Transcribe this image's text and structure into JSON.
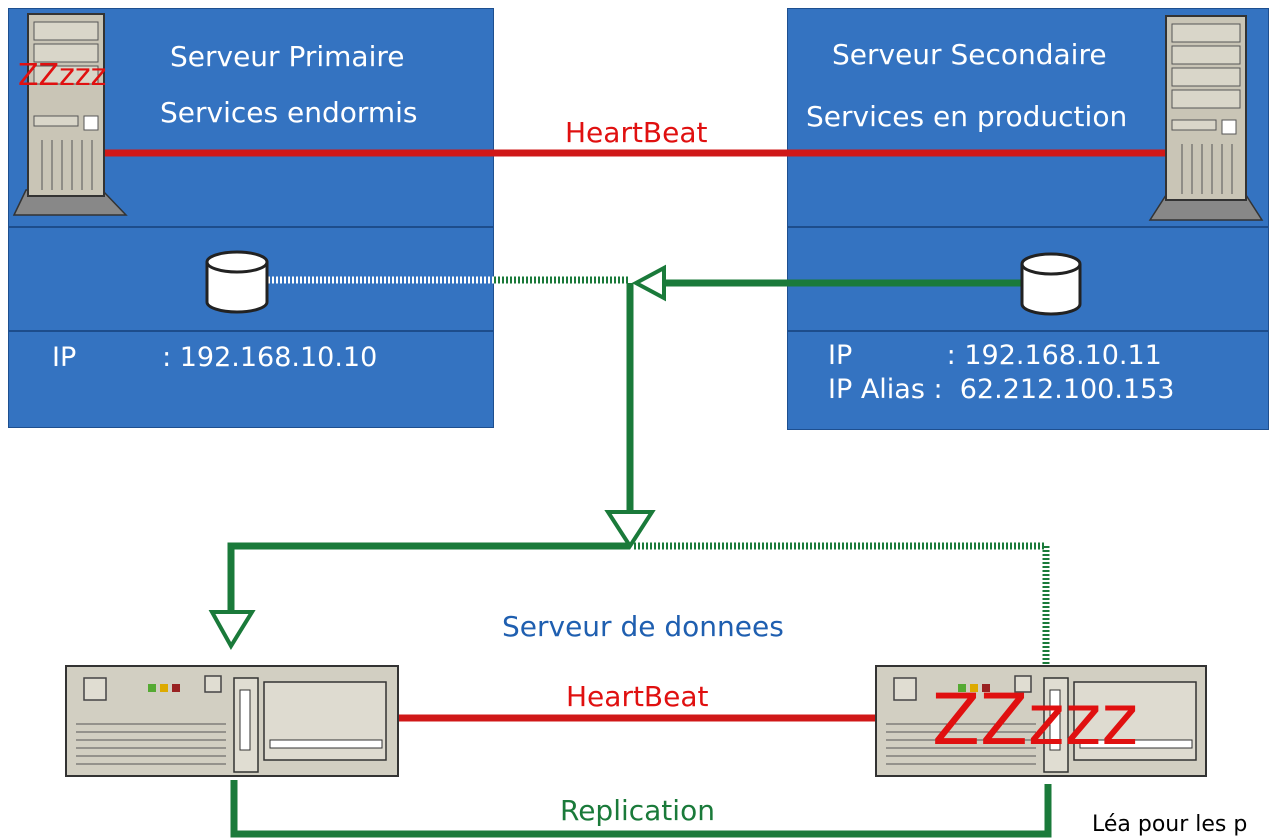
{
  "primary": {
    "title": "Serveur Primaire",
    "subtitle": "Services endormis",
    "ip_line": "IP          : 192.168.10.10",
    "sleep": "ZZzzz"
  },
  "secondary": {
    "title": "Serveur Secondaire",
    "subtitle": "Services en production",
    "ip_line": "IP           : 192.168.10.11",
    "alias_line": "IP Alias :  62.212.100.153"
  },
  "links": {
    "heartbeat_top": "HeartBeat",
    "heartbeat_bottom": "HeartBeat",
    "replication": "Replication"
  },
  "data_server": {
    "label": "Serveur de donnees",
    "sleep": "ZZzzz"
  },
  "credit": "Léa pour les p",
  "colors": {
    "box_blue": "#3473c1",
    "heartbeat_red": "#e01010",
    "link_green": "#1a7a3a",
    "label_blue": "#1f5fb0"
  }
}
